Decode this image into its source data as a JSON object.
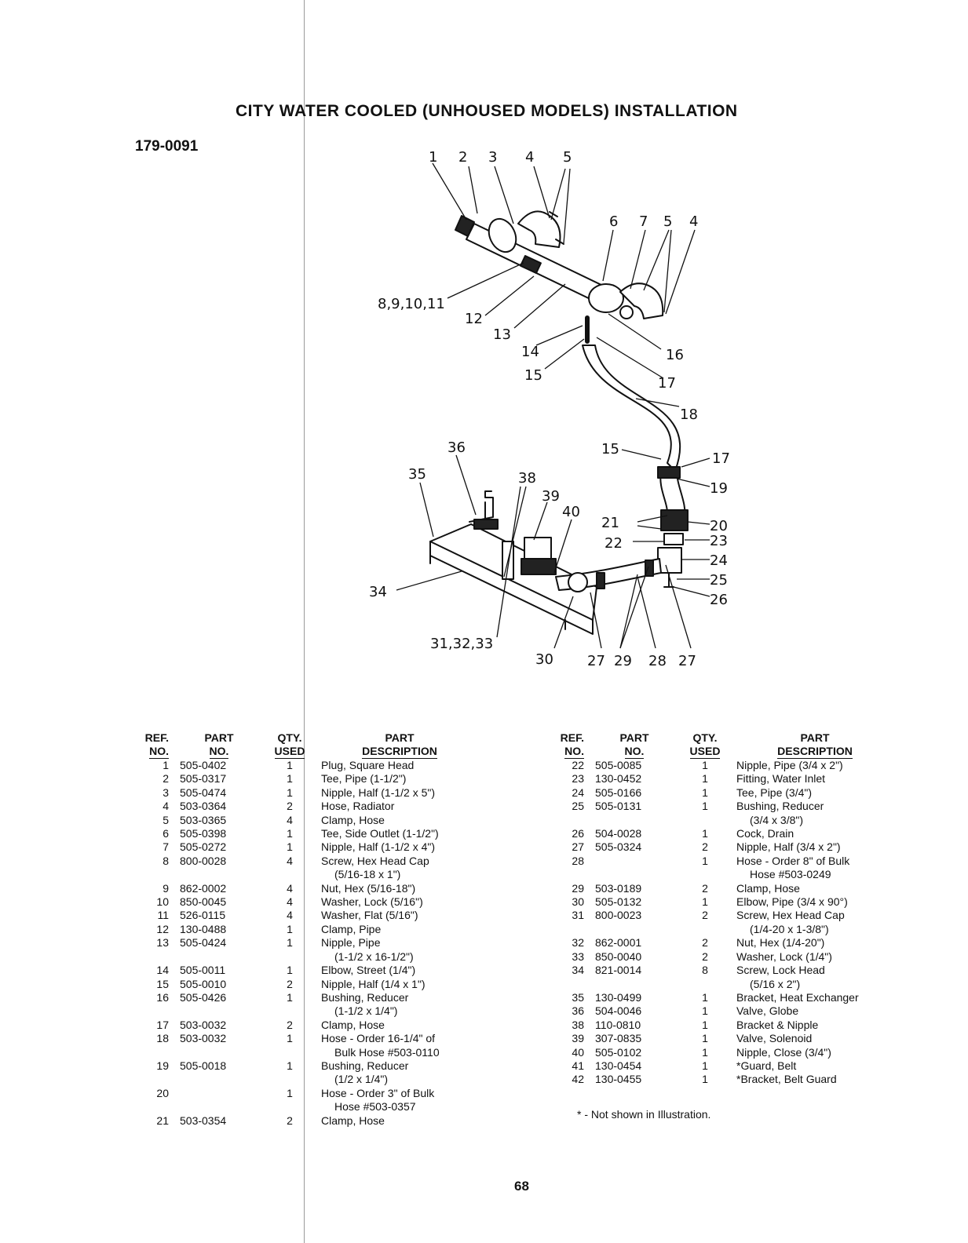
{
  "title": "CITY WATER COOLED (UNHOUSED MODELS) INSTALLATION",
  "model_no": "179-0091",
  "callouts": {
    "c1": "1",
    "c2": "2",
    "c3": "3",
    "c4a": "4",
    "c5a": "5",
    "c6": "6",
    "c7": "7",
    "c5b": "5",
    "c4b": "4",
    "c8": "8,9,10,11",
    "c12": "12",
    "c13": "13",
    "c14": "14",
    "c15a": "15",
    "c16": "16",
    "c17a": "17",
    "c18": "18",
    "c15b": "15",
    "c17b": "17",
    "c19": "19",
    "c36": "36",
    "c35": "35",
    "c38": "38",
    "c39": "39",
    "c40": "40",
    "c21": "21",
    "c22": "22",
    "c20": "20",
    "c23": "23",
    "c24": "24",
    "c25": "25",
    "c26": "26",
    "c34": "34",
    "c31": "31,32,33",
    "c30": "30",
    "c27a": "27",
    "c29": "29",
    "c28": "28",
    "c27b": "27"
  },
  "headers": {
    "ref": [
      "REF.",
      "NO."
    ],
    "part": [
      "PART",
      "NO."
    ],
    "qty": [
      "QTY.",
      "USED"
    ],
    "desc": [
      "PART",
      "DESCRIPTION"
    ]
  },
  "parts_left": [
    {
      "ref": "1",
      "part": "505-0402",
      "qty": "1",
      "desc": "Plug, Square Head",
      "desc2": ""
    },
    {
      "ref": "2",
      "part": "505-0317",
      "qty": "1",
      "desc": "Tee, Pipe (1-1/2\")",
      "desc2": ""
    },
    {
      "ref": "3",
      "part": "505-0474",
      "qty": "1",
      "desc": "Nipple, Half (1-1/2 x 5\")",
      "desc2": ""
    },
    {
      "ref": "4",
      "part": "503-0364",
      "qty": "2",
      "desc": "Hose, Radiator",
      "desc2": ""
    },
    {
      "ref": "5",
      "part": "503-0365",
      "qty": "4",
      "desc": "Clamp, Hose",
      "desc2": ""
    },
    {
      "ref": "6",
      "part": "505-0398",
      "qty": "1",
      "desc": "Tee, Side Outlet (1-1/2\")",
      "desc2": ""
    },
    {
      "ref": "7",
      "part": "505-0272",
      "qty": "1",
      "desc": "Nipple, Half (1-1/2 x 4\")",
      "desc2": ""
    },
    {
      "ref": "8",
      "part": "800-0028",
      "qty": "4",
      "desc": "Screw, Hex Head Cap",
      "desc2": "(5/16-18 x 1\")"
    },
    {
      "ref": "9",
      "part": "862-0002",
      "qty": "4",
      "desc": "Nut, Hex (5/16-18\")",
      "desc2": ""
    },
    {
      "ref": "10",
      "part": "850-0045",
      "qty": "4",
      "desc": "Washer, Lock (5/16\")",
      "desc2": ""
    },
    {
      "ref": "11",
      "part": "526-0115",
      "qty": "4",
      "desc": "Washer, Flat (5/16\")",
      "desc2": ""
    },
    {
      "ref": "12",
      "part": "130-0488",
      "qty": "1",
      "desc": "Clamp, Pipe",
      "desc2": ""
    },
    {
      "ref": "13",
      "part": "505-0424",
      "qty": "1",
      "desc": "Nipple, Pipe",
      "desc2": "(1-1/2 x 16-1/2\")"
    },
    {
      "ref": "14",
      "part": "505-0011",
      "qty": "1",
      "desc": "Elbow, Street (1/4\")",
      "desc2": ""
    },
    {
      "ref": "15",
      "part": "505-0010",
      "qty": "2",
      "desc": "Nipple, Half (1/4 x 1\")",
      "desc2": ""
    },
    {
      "ref": "16",
      "part": "505-0426",
      "qty": "1",
      "desc": "Bushing, Reducer",
      "desc2": "(1-1/2 x 1/4\")"
    },
    {
      "ref": "17",
      "part": "503-0032",
      "qty": "2",
      "desc": "Clamp, Hose",
      "desc2": ""
    },
    {
      "ref": "18",
      "part": "503-0032",
      "qty": "1",
      "desc": "Hose - Order 16-1/4\" of",
      "desc2": "Bulk Hose #503-0110"
    },
    {
      "ref": "19",
      "part": "505-0018",
      "qty": "1",
      "desc": "Bushing, Reducer",
      "desc2": "(1/2 x 1/4\")"
    },
    {
      "ref": "20",
      "part": "",
      "qty": "1",
      "desc": "Hose - Order 3\" of Bulk",
      "desc2": "Hose #503-0357"
    },
    {
      "ref": "21",
      "part": "503-0354",
      "qty": "2",
      "desc": "Clamp, Hose",
      "desc2": ""
    }
  ],
  "parts_right": [
    {
      "ref": "22",
      "part": "505-0085",
      "qty": "1",
      "desc": "Nipple, Pipe (3/4 x 2\")",
      "desc2": ""
    },
    {
      "ref": "23",
      "part": "130-0452",
      "qty": "1",
      "desc": "Fitting, Water Inlet",
      "desc2": ""
    },
    {
      "ref": "24",
      "part": "505-0166",
      "qty": "1",
      "desc": "Tee, Pipe (3/4\")",
      "desc2": ""
    },
    {
      "ref": "25",
      "part": "505-0131",
      "qty": "1",
      "desc": "Bushing, Reducer",
      "desc2": "(3/4 x 3/8\")"
    },
    {
      "ref": "26",
      "part": "504-0028",
      "qty": "1",
      "desc": "Cock, Drain",
      "desc2": ""
    },
    {
      "ref": "27",
      "part": "505-0324",
      "qty": "2",
      "desc": "Nipple, Half (3/4 x 2\")",
      "desc2": ""
    },
    {
      "ref": "28",
      "part": "",
      "qty": "1",
      "desc": "Hose - Order 8\" of Bulk",
      "desc2": "Hose #503-0249"
    },
    {
      "ref": "29",
      "part": "503-0189",
      "qty": "2",
      "desc": "Clamp, Hose",
      "desc2": ""
    },
    {
      "ref": "30",
      "part": "505-0132",
      "qty": "1",
      "desc": "Elbow, Pipe (3/4 x 90°)",
      "desc2": ""
    },
    {
      "ref": "31",
      "part": "800-0023",
      "qty": "2",
      "desc": "Screw, Hex Head Cap",
      "desc2": "(1/4-20 x 1-3/8\")"
    },
    {
      "ref": "32",
      "part": "862-0001",
      "qty": "2",
      "desc": "Nut, Hex (1/4-20\")",
      "desc2": ""
    },
    {
      "ref": "33",
      "part": "850-0040",
      "qty": "2",
      "desc": "Washer, Lock (1/4\")",
      "desc2": ""
    },
    {
      "ref": "34",
      "part": "821-0014",
      "qty": "8",
      "desc": "Screw, Lock Head",
      "desc2": "(5/16 x 2\")"
    },
    {
      "ref": "35",
      "part": "130-0499",
      "qty": "1",
      "desc": "Bracket, Heat Exchanger",
      "desc2": ""
    },
    {
      "ref": "36",
      "part": "504-0046",
      "qty": "1",
      "desc": "Valve, Globe",
      "desc2": ""
    },
    {
      "ref": "38",
      "part": "110-0810",
      "qty": "1",
      "desc": "Bracket & Nipple",
      "desc2": ""
    },
    {
      "ref": "39",
      "part": "307-0835",
      "qty": "1",
      "desc": "Valve, Solenoid",
      "desc2": ""
    },
    {
      "ref": "40",
      "part": "505-0102",
      "qty": "1",
      "desc": "Nipple, Close (3/4\")",
      "desc2": ""
    },
    {
      "ref": "41",
      "part": "130-0454",
      "qty": "1",
      "desc": "*Guard, Belt",
      "desc2": ""
    },
    {
      "ref": "42",
      "part": "130-0455",
      "qty": "1",
      "desc": "*Bracket, Belt Guard",
      "desc2": ""
    }
  ],
  "note": "* - Not shown in Illustration.",
  "page_number": "68"
}
